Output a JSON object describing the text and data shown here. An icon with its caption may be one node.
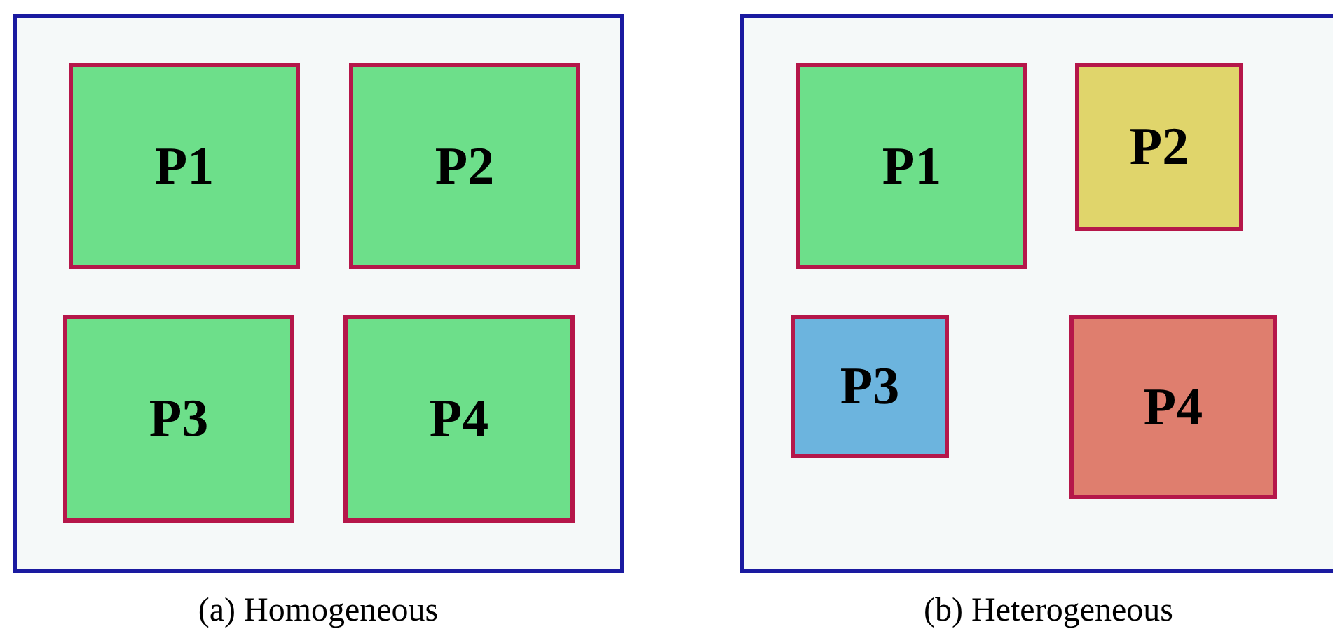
{
  "diagram": {
    "nodes": [
      {
        "text": [],
        "shape": "box",
        "beside": [
          "(a) Homogeneous"
        ]
      },
      {
        "text": [
          "P1"
        ],
        "in": 0
      },
      {
        "text": [
          "P2"
        ],
        "in": 0
      },
      {
        "text": [
          "P3"
        ],
        "in": 0
      },
      {
        "text": [
          "P4"
        ],
        "in": 0
      },
      {
        "text": [],
        "shape": "box",
        "beside": [
          "(b) Heterogeneous"
        ]
      },
      {
        "text": [
          "P1"
        ],
        "in": 5
      },
      {
        "text": [
          "P2"
        ],
        "in": 5
      },
      {
        "text": [
          "P3"
        ],
        "in": 5
      },
      {
        "text": [
          "P4"
        ],
        "in": 5
      }
    ],
    "edges": []
  }
}
